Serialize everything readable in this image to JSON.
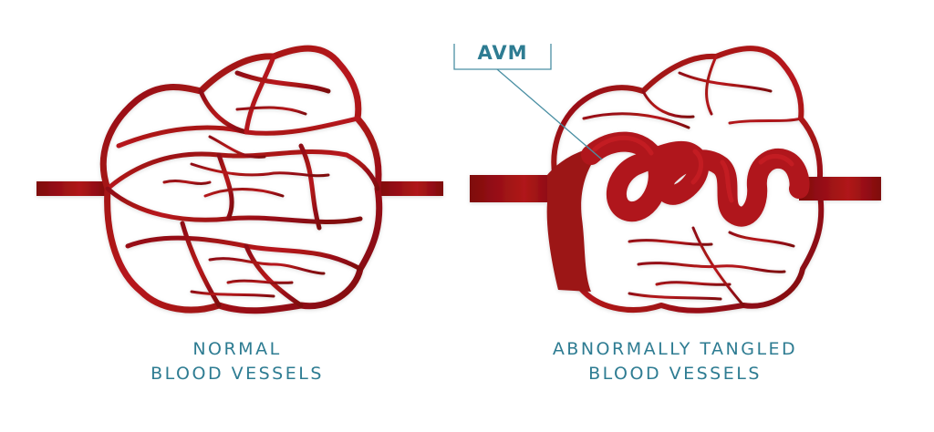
{
  "labels": {
    "avm": "AVM",
    "normal": [
      "NORMAL",
      "BLOOD VESSELS"
    ],
    "abnormal": [
      "ABNORMALLY TANGLED",
      "BLOOD VESSELS"
    ]
  },
  "colors": {
    "vessel_dark": "#8e0f12",
    "vessel_light": "#c21a1f",
    "text": "#2e7c92",
    "callout_line": "#4a8fa3"
  }
}
